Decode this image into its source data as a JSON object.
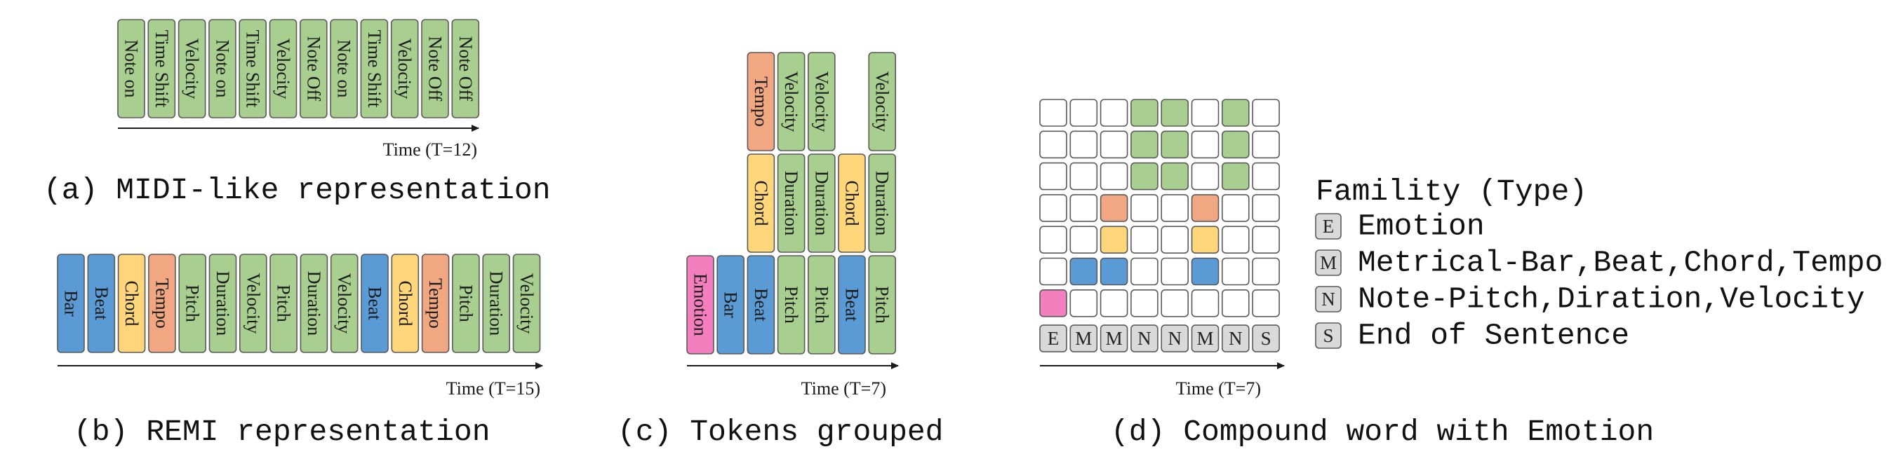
{
  "colors": {
    "note": "#a9cf90",
    "bar_beat": "#5b9bd5",
    "chord": "#ffd67a",
    "tempo": "#f0a782",
    "emotion": "#f47fbf",
    "outline": "#5a5a5a",
    "type_box": "#d9d9d9",
    "empty_cell": "#ffffff"
  },
  "panels": {
    "a": {
      "caption": "(a) MIDI-like representation",
      "time_label": "Time (T=12)",
      "tokens": [
        {
          "label": "Note on",
          "kind": "note"
        },
        {
          "label": "Time Shift",
          "kind": "note"
        },
        {
          "label": "Velocity",
          "kind": "note"
        },
        {
          "label": "Note on",
          "kind": "note"
        },
        {
          "label": "Time Shift",
          "kind": "note"
        },
        {
          "label": "Velocity",
          "kind": "note"
        },
        {
          "label": "Note Off",
          "kind": "note"
        },
        {
          "label": "Note on",
          "kind": "note"
        },
        {
          "label": "Time Shift",
          "kind": "note"
        },
        {
          "label": "Velocity",
          "kind": "note"
        },
        {
          "label": "Note Off",
          "kind": "note"
        },
        {
          "label": "Note Off",
          "kind": "note"
        }
      ]
    },
    "b": {
      "caption": "(b) REMI representation",
      "time_label": "Time (T=15)",
      "tokens": [
        {
          "label": "Bar",
          "kind": "bar_beat"
        },
        {
          "label": "Beat",
          "kind": "bar_beat"
        },
        {
          "label": "Chord",
          "kind": "chord"
        },
        {
          "label": "Tempo",
          "kind": "tempo"
        },
        {
          "label": "Pitch",
          "kind": "note"
        },
        {
          "label": "Duration",
          "kind": "note"
        },
        {
          "label": "Velocity",
          "kind": "note"
        },
        {
          "label": "Pitch",
          "kind": "note"
        },
        {
          "label": "Duration",
          "kind": "note"
        },
        {
          "label": "Velocity",
          "kind": "note"
        },
        {
          "label": "Beat",
          "kind": "bar_beat"
        },
        {
          "label": "Chord",
          "kind": "chord"
        },
        {
          "label": "Tempo",
          "kind": "tempo"
        },
        {
          "label": "Pitch",
          "kind": "note"
        },
        {
          "label": "Duration",
          "kind": "note"
        },
        {
          "label": "Velocity",
          "kind": "note"
        }
      ]
    },
    "c": {
      "caption": "(c) Tokens grouped",
      "time_label": "Time (T=7)",
      "columns": [
        [
          {
            "label": "Emotion",
            "kind": "emotion"
          }
        ],
        [
          {
            "label": "Bar",
            "kind": "bar_beat"
          }
        ],
        [
          {
            "label": "Beat",
            "kind": "bar_beat"
          },
          {
            "label": "Chord",
            "kind": "chord"
          },
          {
            "label": "Tempo",
            "kind": "tempo"
          }
        ],
        [
          {
            "label": "Pitch",
            "kind": "note"
          },
          {
            "label": "Duration",
            "kind": "note"
          },
          {
            "label": "Velocity",
            "kind": "note"
          }
        ],
        [
          {
            "label": "Pitch",
            "kind": "note"
          },
          {
            "label": "Duration",
            "kind": "note"
          },
          {
            "label": "Velocity",
            "kind": "note"
          }
        ],
        [
          {
            "label": "Beat",
            "kind": "bar_beat"
          },
          {
            "label": "Chord",
            "kind": "chord"
          }
        ],
        [
          {
            "label": "Pitch",
            "kind": "note"
          },
          {
            "label": "Duration",
            "kind": "note"
          },
          {
            "label": "Velocity",
            "kind": "note"
          }
        ]
      ]
    },
    "d": {
      "caption": "(d) Compound word with Emotion",
      "time_label": "Time (T=7)",
      "type_row": [
        "E",
        "M",
        "M",
        "N",
        "N",
        "M",
        "N",
        "S"
      ],
      "grid": [
        [
          "empty",
          "empty",
          "empty",
          "note",
          "note",
          "empty",
          "note",
          "empty"
        ],
        [
          "empty",
          "empty",
          "empty",
          "note",
          "note",
          "empty",
          "note",
          "empty"
        ],
        [
          "empty",
          "empty",
          "empty",
          "note",
          "note",
          "empty",
          "note",
          "empty"
        ],
        [
          "empty",
          "empty",
          "tempo",
          "empty",
          "empty",
          "tempo",
          "empty",
          "empty"
        ],
        [
          "empty",
          "empty",
          "chord",
          "empty",
          "empty",
          "chord",
          "empty",
          "empty"
        ],
        [
          "empty",
          "bar_beat",
          "bar_beat",
          "empty",
          "empty",
          "bar_beat",
          "empty",
          "empty"
        ],
        [
          "emotion",
          "empty",
          "empty",
          "empty",
          "empty",
          "empty",
          "empty",
          "empty"
        ]
      ]
    }
  },
  "legend": {
    "title": "Famility (Type)",
    "items": [
      {
        "key": "E",
        "text": "Emotion"
      },
      {
        "key": "M",
        "text": "Metrical-Bar,Beat,Chord,Tempo"
      },
      {
        "key": "N",
        "text": "Note-Pitch,Diration,Velocity"
      },
      {
        "key": "S",
        "text": "End of Sentence"
      }
    ]
  }
}
